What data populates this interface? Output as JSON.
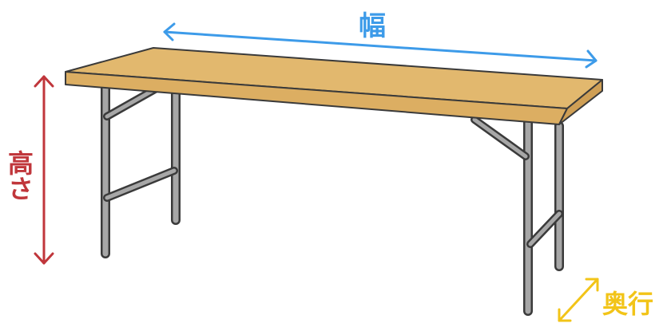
{
  "labels": {
    "width": "幅",
    "height": "高さ",
    "depth": "奥行"
  },
  "colors": {
    "width": "#3d9be9",
    "height": "#c0363b",
    "depth": "#f2c418",
    "table_top": "#e2b86e",
    "table_edge": "#3a3a3a",
    "leg_fill": "#a7a7a7"
  }
}
